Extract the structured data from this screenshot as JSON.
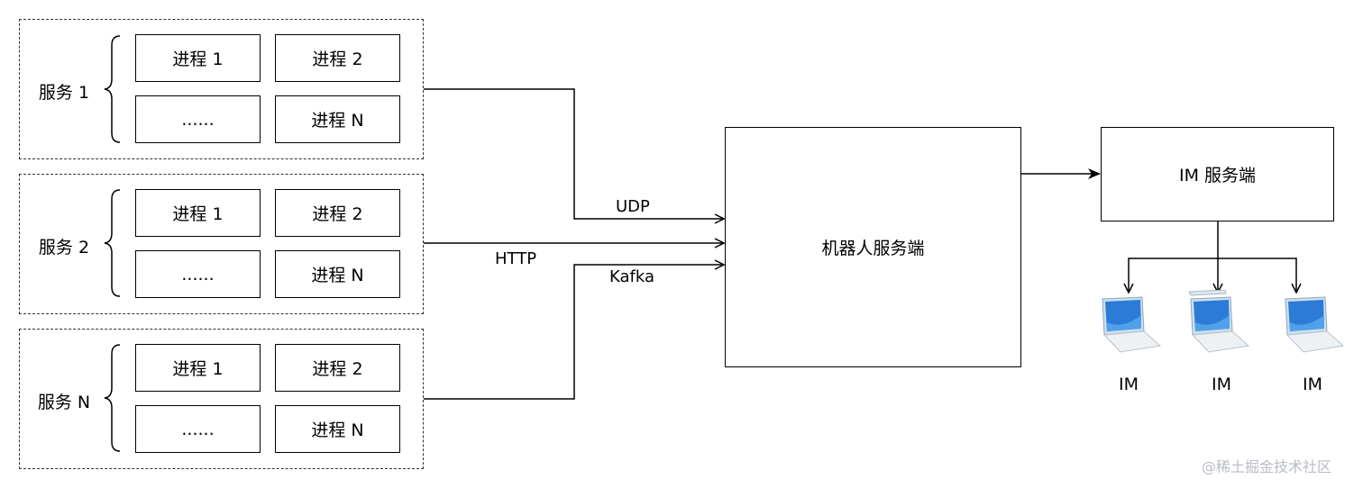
{
  "services": [
    {
      "label": "服务 1",
      "processes": [
        "进程 1",
        "进程 2",
        "......",
        "进程 N"
      ]
    },
    {
      "label": "服务 2",
      "processes": [
        "进程 1",
        "进程 2",
        "......",
        "进程 N"
      ]
    },
    {
      "label": "服务 N",
      "processes": [
        "进程 1",
        "进程 2",
        "......",
        "进程 N"
      ]
    }
  ],
  "protocols": {
    "udp": "UDP",
    "http": "HTTP",
    "kafka": "Kafka"
  },
  "robot_server": "机器人服务端",
  "im_server": "IM 服务端",
  "clients": [
    "IM",
    "IM",
    "IM"
  ],
  "icons": {
    "client": "laptop-icon"
  },
  "watermark": "@稀土掘金技术社区"
}
